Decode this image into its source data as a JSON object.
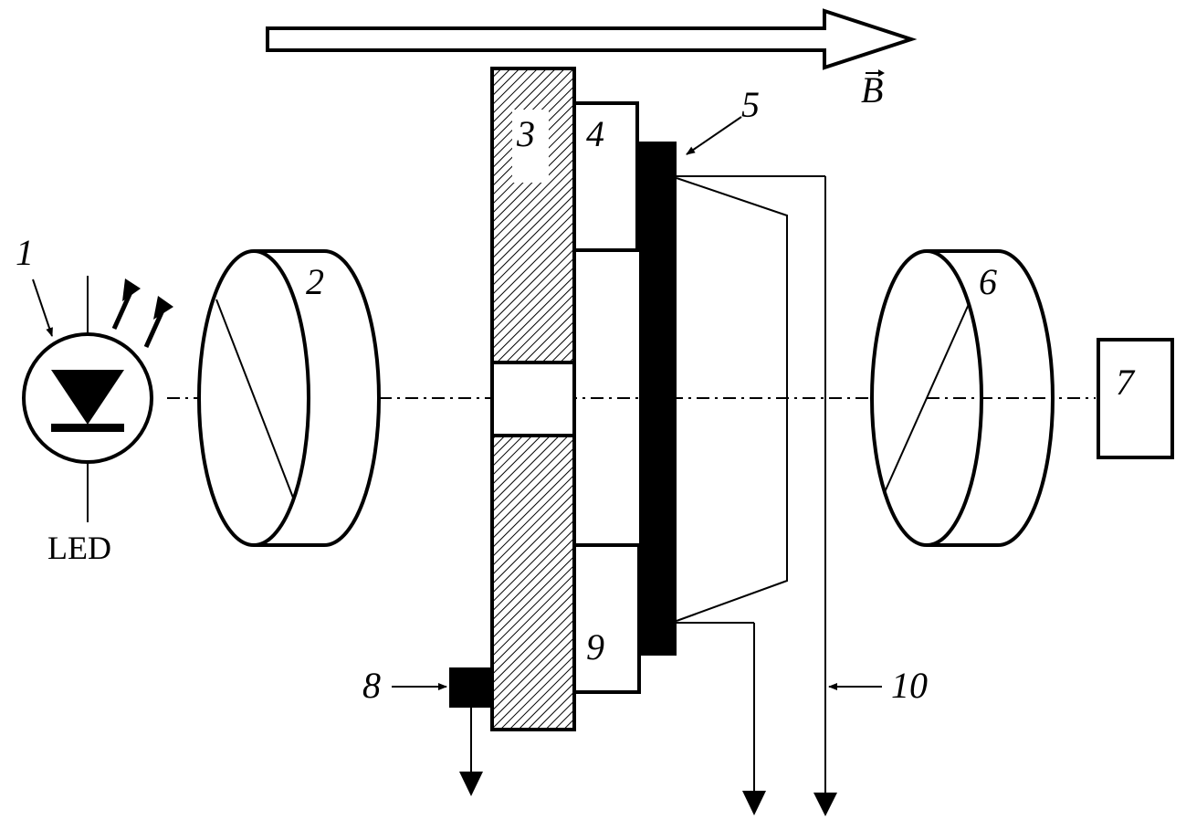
{
  "diagram": {
    "field_label": "B",
    "labels": {
      "led_source": "1",
      "polarizer": "2",
      "sample_3": "3",
      "sample_4": "4",
      "sample_5": "5",
      "analyzer": "6",
      "detector": "7",
      "sensor_8": "8",
      "sample_9": "9",
      "lead_10": "10"
    },
    "led_text": "LED"
  },
  "colors": {
    "ink": "#000000",
    "background": "#ffffff"
  }
}
